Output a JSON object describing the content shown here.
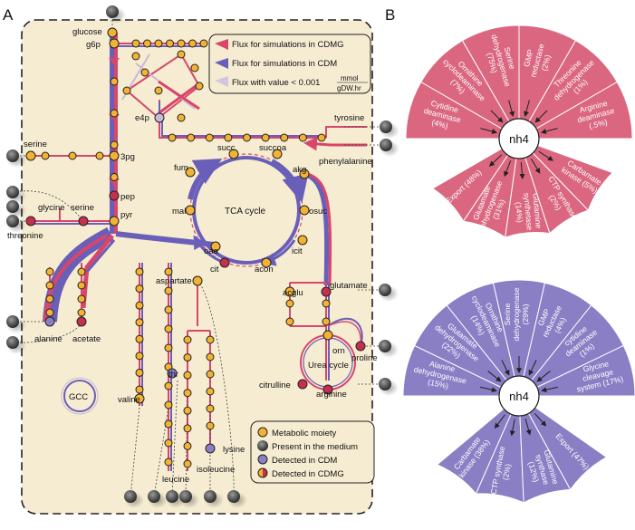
{
  "panel_labels": {
    "a": "A",
    "b": "B"
  },
  "metabolites": {
    "glucose": "glucose",
    "g6p": "g6p",
    "e4p": "e4p",
    "pg3": "3pg",
    "pep": "pep",
    "pyr": "pyr",
    "serine_left": "serine",
    "glycine": "glycine",
    "serine_mid": "serine",
    "threonine": "threonine",
    "alanine": "alanine",
    "acetate": "acetate",
    "tyrosine": "tyrosine",
    "phenylalanine": "phenylalanine",
    "succ": "succ",
    "succoa": "succoa",
    "fum": "fum",
    "akg": "akg",
    "mal": "mal",
    "osuc": "osuc",
    "oaa": "oaa",
    "icit": "icit",
    "cit": "cit",
    "acon": "acon",
    "aspartate": "aspartate",
    "acglu": "acglu",
    "glutamate": "glutamate",
    "orn": "orn",
    "proline": "proline",
    "citrulline": "citrulline",
    "arginine": "arginine",
    "thr": "thr",
    "valine": "valine",
    "leucine": "leucine",
    "isoleucine": "isoleucine",
    "lysine": "lysine"
  },
  "cycles": {
    "tca": "TCA cycle",
    "urea": "Urea cycle",
    "gcc": "GCC"
  },
  "flux_legend": {
    "cdmg": "Flux for simulations in CDMG",
    "cdm": "Flux for simulations in CDM",
    "small": "Flux with value < 0.001",
    "unit_top": "mmol",
    "unit_bottom": "gDW.hr"
  },
  "symbol_legend": {
    "moiety": "Metabolic moiety",
    "medium": "Present in the medium",
    "cdm": "Detected in CDM",
    "cdmg": "Detected in CDMG"
  },
  "colors": {
    "cdmg": "#d8466a",
    "cdm": "#6a5fb8",
    "small": "#c9b8d8",
    "background": "#f6ecd2",
    "moiety": "#f2b233",
    "wedge_top": "#da6680",
    "wedge_bottom": "#8a7ec4"
  },
  "pies": {
    "top": {
      "center": "nh4",
      "producers": [
        "Cytidine deaminase (4%)",
        "Ornithine cyclodeaminase (7%)",
        "Serine dehydrogenase (75%)",
        "GMP reductase (2%)",
        "Threonine dehydrogenase (1%)",
        "Arginine deaminase (.5%)"
      ],
      "consumers": [
        "Export (48%)",
        "Glutamate dehydrogenase (31%)",
        "Glutamine synthetase (14%)",
        "CTP synthase (2%)",
        "Carbamate kinase (5%)"
      ]
    },
    "bottom": {
      "center": "nh4",
      "producers": [
        "Alanine dehydrogenase (15%)",
        "Glutamate dehydrogenase (22%)",
        "Ornithine cyclodeaminase (14%)",
        "Serine dehydrogenase (29%)",
        "GMP reductase (4%)",
        "cytidine deaminase (1%)",
        "Glycine cleavage system (17%)"
      ],
      "consumers": [
        "Carbamate kinase (38%)",
        "CTP synthase (2%)",
        "Glutamine synthase (12%)",
        "Export (47%)"
      ]
    }
  }
}
